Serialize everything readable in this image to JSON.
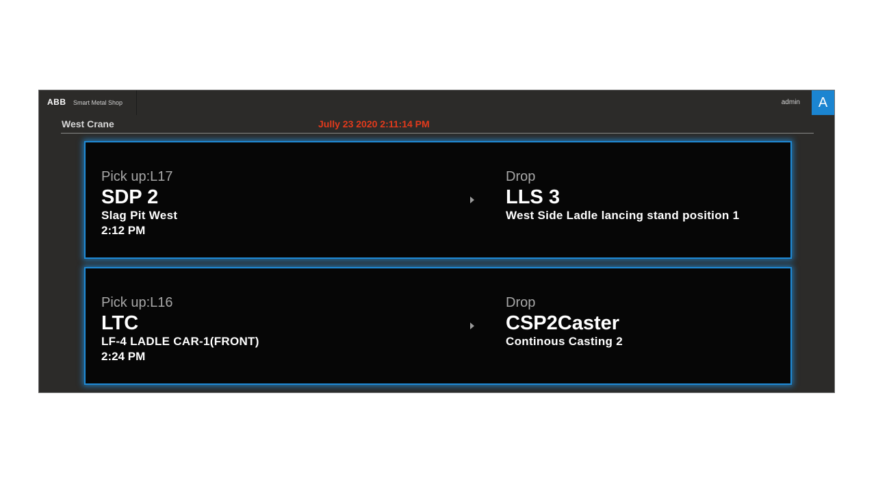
{
  "header": {
    "logo": "ABB",
    "app_name": "Smart Metal Shop",
    "user": "admin",
    "avatar_letter": "A"
  },
  "page": {
    "title": "West Crane",
    "datetime": "Jully 23 2020 2:11:14 PM"
  },
  "tasks": [
    {
      "pickup_label": "Pick up:L17",
      "pickup_code": "SDP 2",
      "pickup_desc": "Slag Pit West",
      "time": "2:12 PM",
      "drop_label": "Drop",
      "drop_code": "LLS 3",
      "drop_desc": "West Side Ladle lancing stand position 1"
    },
    {
      "pickup_label": "Pick up:L16",
      "pickup_code": "LTC",
      "pickup_desc": "LF-4 LADLE CAR-1(FRONT)",
      "time": "2:24 PM",
      "drop_label": "Drop",
      "drop_code": "CSP2Caster",
      "drop_desc": "Continous Casting 2"
    }
  ],
  "colors": {
    "accent_blue": "#1f8ad6",
    "datetime_red": "#e33a1c",
    "background": "#2c2b29",
    "card": "#060606"
  },
  "icons": {
    "arrow": "caret-right-icon"
  }
}
